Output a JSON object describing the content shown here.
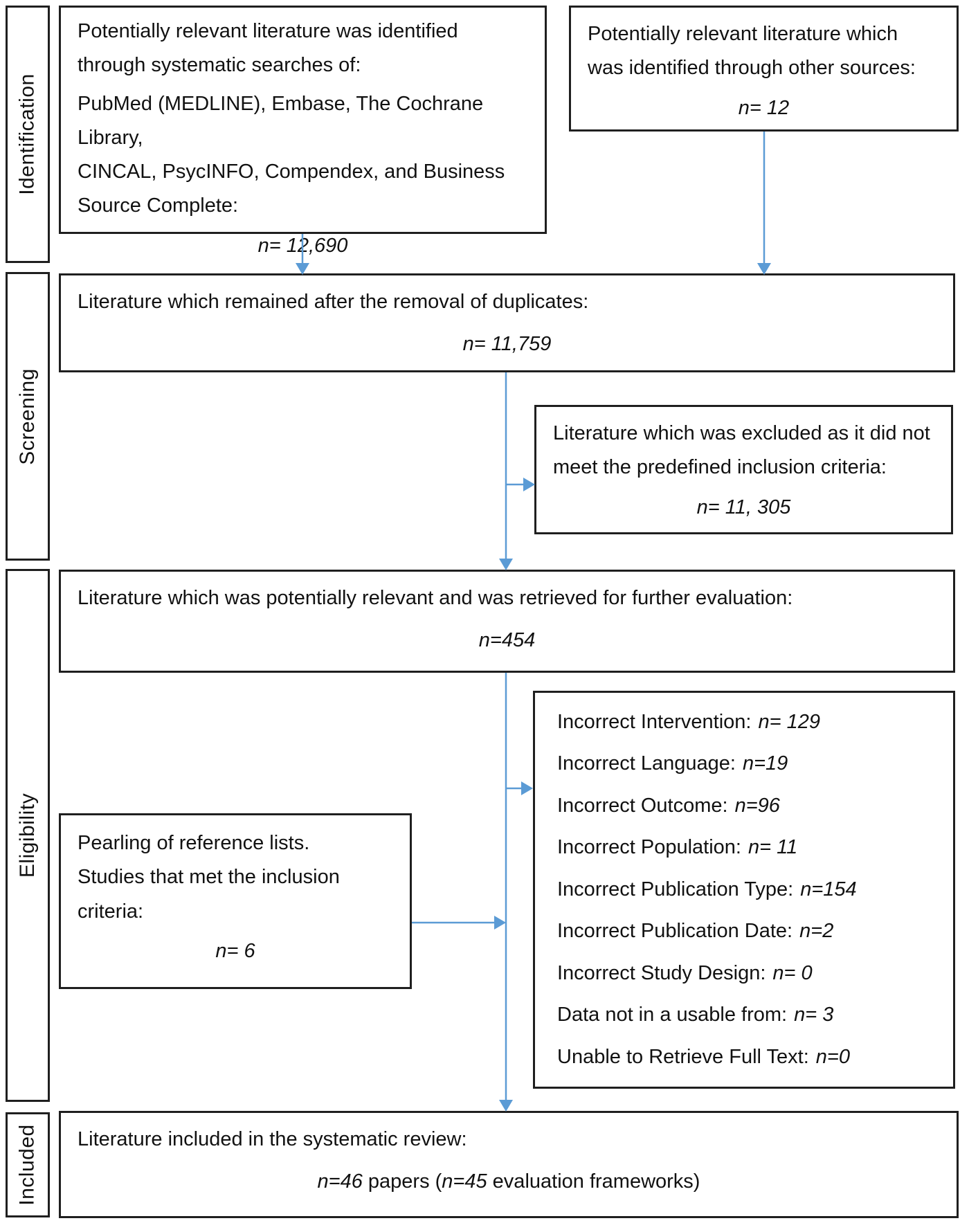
{
  "colors": {
    "arrow": "#5B9BD5",
    "border": "#1f1f1f",
    "text": "#111111",
    "background": "#ffffff"
  },
  "sidebar": {
    "identification": "Identification",
    "screening": "Screening",
    "eligibility": "Eligibility",
    "included": "Included"
  },
  "boxes": {
    "identified": {
      "line1": "Potentially relevant literature was identified\nthrough systematic searches of:",
      "line2": "PubMed (MEDLINE), Embase, The Cochrane Library,\nCINCAL, PsycINFO, Compendex, and Business\nSource Complete:",
      "value": "n= 12,690"
    },
    "other_sources": {
      "line1": "Potentially relevant literature which\nwas identified through other sources:",
      "value": "n= 12"
    },
    "deduplicated": {
      "line1": "Literature which remained after the removal of duplicates:",
      "value": "n= 11,759"
    },
    "excluded": {
      "line1": "Literature which was excluded as it did not\nmeet the predefined inclusion criteria:",
      "value": "n= 11, 305"
    },
    "retrieved": {
      "line1": "Literature which was potentially relevant and was retrieved for further evaluation:",
      "value": "n=454"
    },
    "exclusion_reasons": {
      "items": [
        {
          "label": "Incorrect Intervention:",
          "value": "n= 129"
        },
        {
          "label": "Incorrect Language:",
          "value": "n=19"
        },
        {
          "label": "Incorrect Outcome:",
          "value": "n=96"
        },
        {
          "label": "Incorrect Population:",
          "value": "n= 11"
        },
        {
          "label": "Incorrect Publication Type:",
          "value": "n=154"
        },
        {
          "label": "Incorrect Publication Date:",
          "value": "n=2"
        },
        {
          "label": "Incorrect Study Design:",
          "value": "n= 0"
        },
        {
          "label": "Data not in a usable from:",
          "value": "n= 3"
        },
        {
          "label": "Unable to Retrieve Full Text:",
          "value": "n=0"
        }
      ]
    },
    "pearling": {
      "lines": "Pearling of reference lists.\nStudies that met the inclusion\ncriteria:",
      "value": "n= 6"
    },
    "included": {
      "line1": "Literature included in the systematic review:",
      "value_part1": "n=46",
      "value_part2": " papers (",
      "value_part3": "n=45",
      "value_part4": " evaluation frameworks)"
    }
  }
}
